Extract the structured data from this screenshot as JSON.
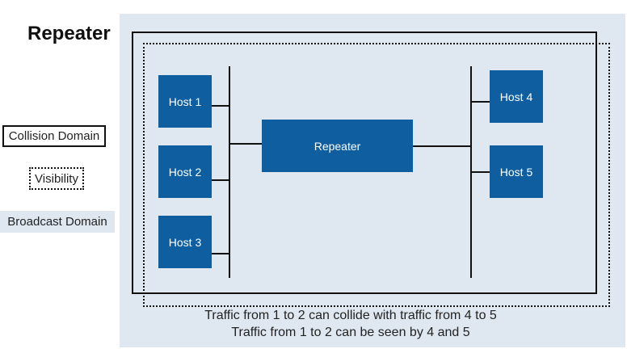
{
  "title": "Repeater",
  "legend": {
    "collision": "Collision Domain",
    "visibility": "Visibility",
    "broadcast": "Broadcast Domain"
  },
  "nodes": {
    "host1": "Host 1",
    "host2": "Host 2",
    "host3": "Host 3",
    "host4": "Host 4",
    "host5": "Host 5",
    "repeater": "Repeater"
  },
  "caption": {
    "line1": "Traffic from 1 to 2 can collide with traffic from 4 to 5",
    "line2": "Traffic from 1 to 2 can be seen by 4 and 5"
  },
  "colors": {
    "node_fill": "#0f5fa0",
    "broadcast_fill": "#dfe8f1"
  }
}
